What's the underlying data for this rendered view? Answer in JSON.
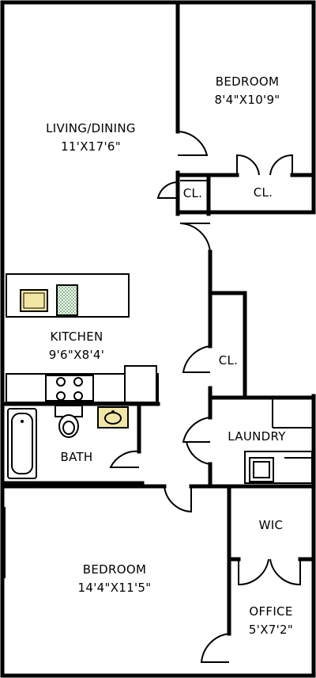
{
  "rooms": {
    "living": {
      "name": "LIVING/DINING",
      "size": "11'X17'6\""
    },
    "bedroom1": {
      "name": "BEDROOM",
      "size": "8'4\"X10'9\""
    },
    "closet1": {
      "name": "CL."
    },
    "closet2": {
      "name": "CL."
    },
    "kitchen": {
      "name": "KITCHEN",
      "size": "9'6\"X8'4'"
    },
    "closet3": {
      "name": "CL."
    },
    "bath": {
      "name": "BATH"
    },
    "laundry": {
      "name": "LAUNDRY"
    },
    "wic": {
      "name": "WIC"
    },
    "bedroom2": {
      "name": "BEDROOM",
      "size": "14'4\"X11'5\""
    },
    "office": {
      "name": "OFFICE",
      "size": "5'X7'2\""
    }
  },
  "colors": {
    "wall": "#000000",
    "floor": "#ffffff",
    "counter_accent": "#f2e6a6",
    "tile_accent": "#7fbf7f"
  }
}
